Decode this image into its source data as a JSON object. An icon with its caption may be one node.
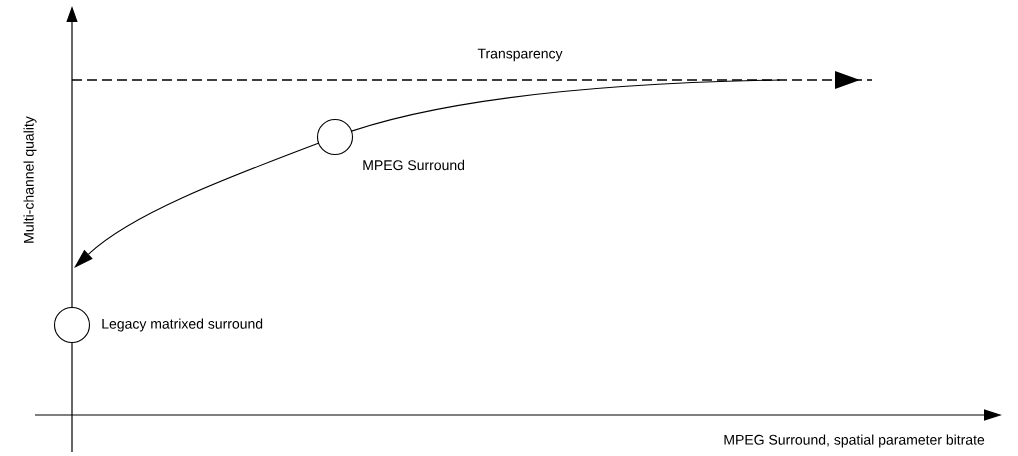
{
  "diagram": {
    "nodes": [
      {
        "text": [],
        "shape": "circle",
        "beside": [
          "MPEG Surround"
        ]
      },
      {
        "text": [],
        "shape": "circle",
        "beside": [
          "Legacy matrixed surround"
        ]
      }
    ],
    "labels": [
      "Transparency",
      "Multi-channel quality",
      "MPEG Surround, spatial parameter bitrate"
    ]
  }
}
